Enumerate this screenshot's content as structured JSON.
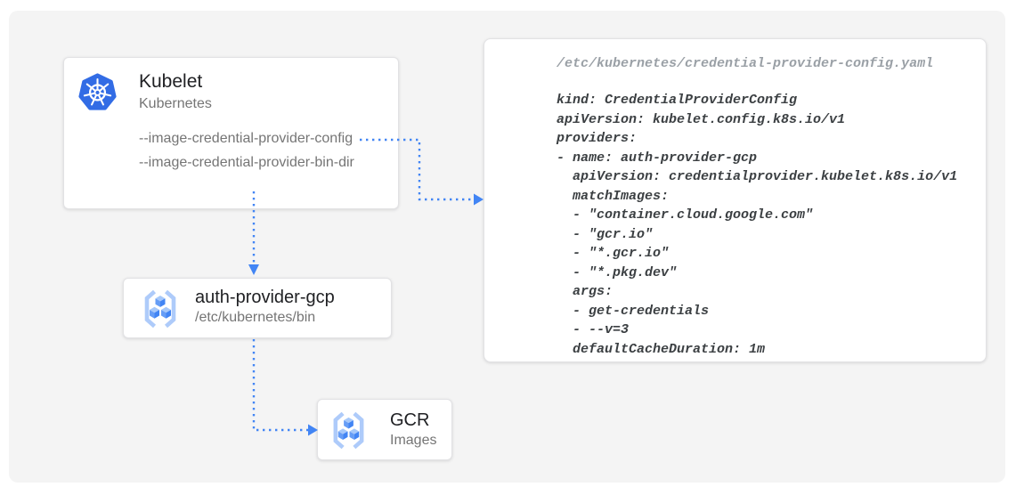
{
  "colors": {
    "canvas_background": "#f4f4f4",
    "arrow_blue": "#4285f4",
    "kubernetes_blue": "#326ce5",
    "gcr_bracket_blue": "#aecbfa",
    "gcr_cube_top": "#a6c8fa",
    "gcr_cube_left": "#669df6",
    "gcr_cube_right": "#4285f4",
    "title_text": "#202124",
    "muted_text": "#757575",
    "code_text": "#3c4043",
    "code_header_text": "#9aa0a6"
  },
  "kubelet_box": {
    "title": "Kubelet",
    "subtitle": "Kubernetes",
    "flags": [
      "--image-credential-provider-config",
      "--image-credential-provider-bin-dir"
    ]
  },
  "auth_provider_box": {
    "title": "auth-provider-gcp",
    "subtitle": "/etc/kubernetes/bin"
  },
  "gcr_box": {
    "title": "GCR",
    "subtitle": "Images"
  },
  "config_panel": {
    "filename": "/etc/kubernetes/credential-provider-config.yaml",
    "code_lines": [
      "kind: CredentialProviderConfig",
      "apiVersion: kubelet.config.k8s.io/v1",
      "providers:",
      "- name: auth-provider-gcp",
      "  apiVersion: credentialprovider.kubelet.k8s.io/v1",
      "  matchImages:",
      "  - \"container.cloud.google.com\"",
      "  - \"gcr.io\"",
      "  - \"*.gcr.io\"",
      "  - \"*.pkg.dev\"",
      "  args:",
      "  - get-credentials",
      "  - --v=3",
      "  defaultCacheDuration: 1m"
    ]
  }
}
